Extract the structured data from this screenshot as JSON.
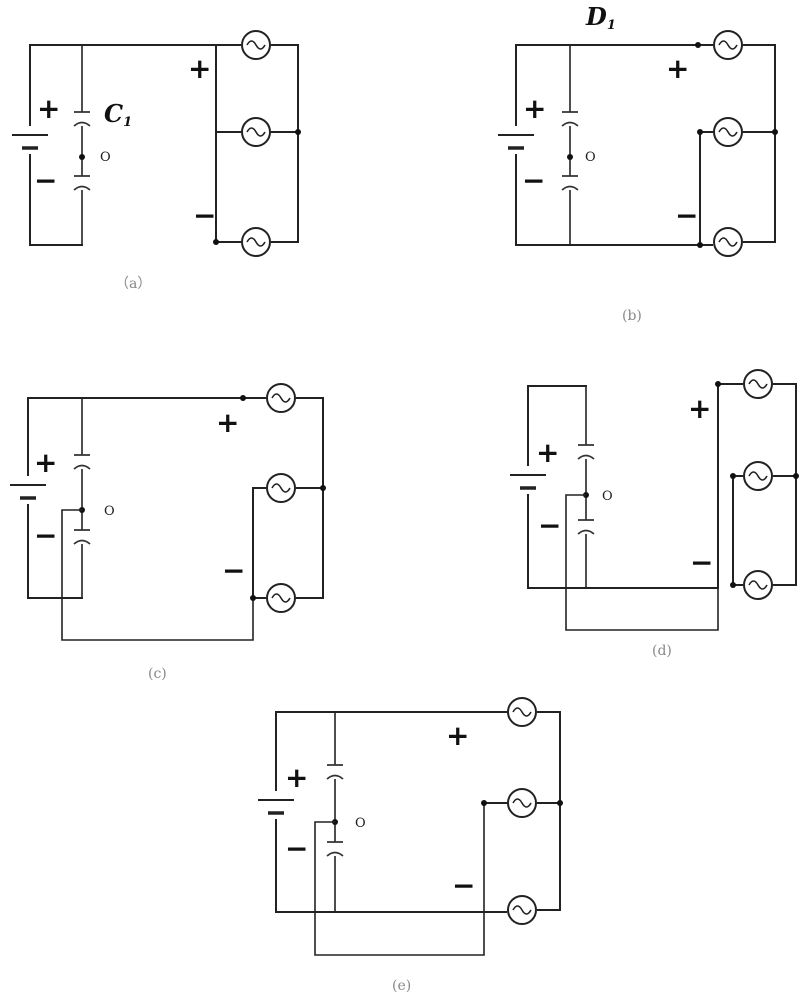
{
  "captions": {
    "a": "（a）",
    "b": "(b)",
    "c": "(c)",
    "d": "(d)",
    "e": "(e)"
  },
  "labels": {
    "plus": "+",
    "minus": "−",
    "o": "O",
    "c1_letter": "C",
    "c1_sub": "1",
    "d1_letter": "D",
    "d1_sub": "1"
  },
  "colors": {
    "wire": "#222222",
    "caption": "#888888"
  }
}
